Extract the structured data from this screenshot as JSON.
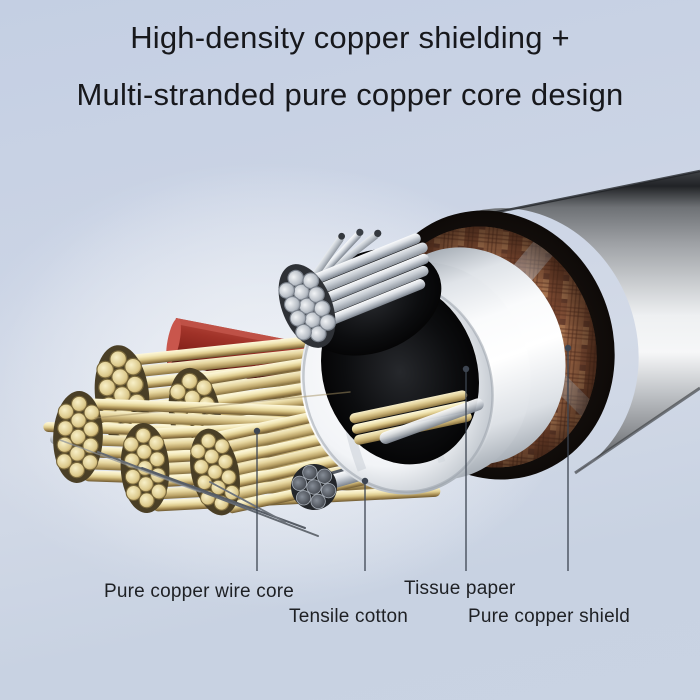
{
  "title": {
    "line1": "High-density copper shielding +",
    "line2": "Multi-stranded pure copper core design"
  },
  "labels": [
    {
      "text": "Pure copper wire core"
    },
    {
      "text": "Tensile cotton"
    },
    {
      "text": "Tissue paper"
    },
    {
      "text": "Pure copper shield"
    }
  ],
  "illustration": {
    "subject": "cable-cutaway",
    "parts": [
      "outer jacket",
      "pure copper shield braid",
      "tissue paper layer",
      "tensile cotton strands",
      "multi-stranded pure copper wire cores",
      "red wrapping tape"
    ]
  },
  "colors": {
    "background": "#c4cfe3",
    "title_text": "#17181c",
    "label_text": "#1e2024",
    "leader_line": "#3d4551",
    "jacket_silver": "#e8eaec",
    "copper_braid": "#8a5a40",
    "copper_braid_light": "#ab7752",
    "tissue_white": "#f4f6f8",
    "copper_core_gold": "#e9dcab",
    "red_tape": "#8e2a22",
    "steel_gray": "#4c525b"
  }
}
